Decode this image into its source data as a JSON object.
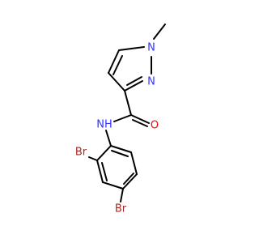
{
  "structure": {
    "atoms": {
      "n_methyl": {
        "symbol": "N"
      },
      "n_ring": {
        "symbol": "N"
      },
      "n_amide": {
        "symbol": "NH"
      },
      "o_carbonyl": {
        "symbol": "O"
      },
      "br_ortho": {
        "symbol": "Br"
      },
      "br_para": {
        "symbol": "Br"
      }
    },
    "colors": {
      "bond": "#000000",
      "nitrogen": "#3333ff",
      "oxygen": "#ff0000",
      "bromine": "#a62929"
    }
  }
}
